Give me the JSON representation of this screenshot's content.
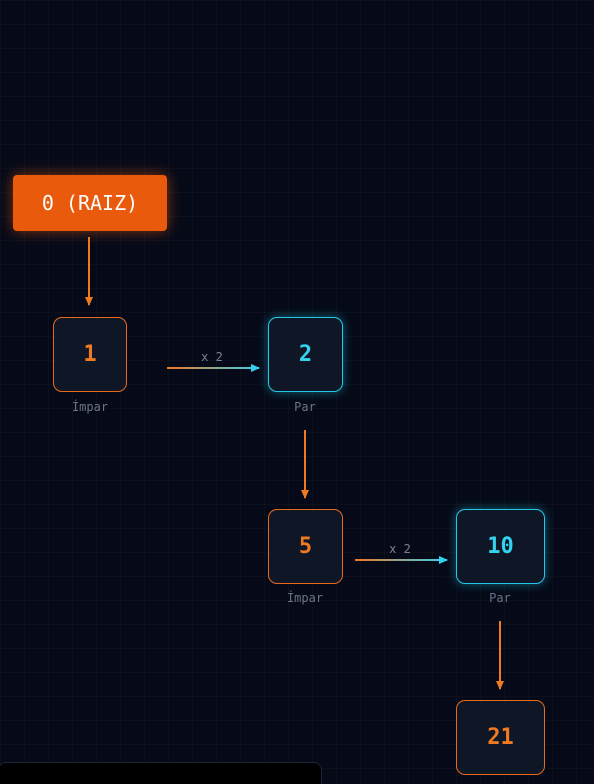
{
  "root": {
    "label": "0 (RAIZ)"
  },
  "nodes": [
    {
      "id": "n1",
      "value": "1",
      "parity": "Ímpar"
    },
    {
      "id": "n2",
      "value": "2",
      "parity": "Par"
    },
    {
      "id": "n5",
      "value": "5",
      "parity": "Ímpar"
    },
    {
      "id": "n10",
      "value": "10",
      "parity": "Par"
    },
    {
      "id": "n21",
      "value": "21",
      "parity": ""
    }
  ],
  "edge_labels": [
    "x 2",
    "x 2"
  ],
  "colors": {
    "odd": "#ea6a1a",
    "even": "#22c9e8",
    "root": "#ea5a0c",
    "background": "#060a18"
  }
}
